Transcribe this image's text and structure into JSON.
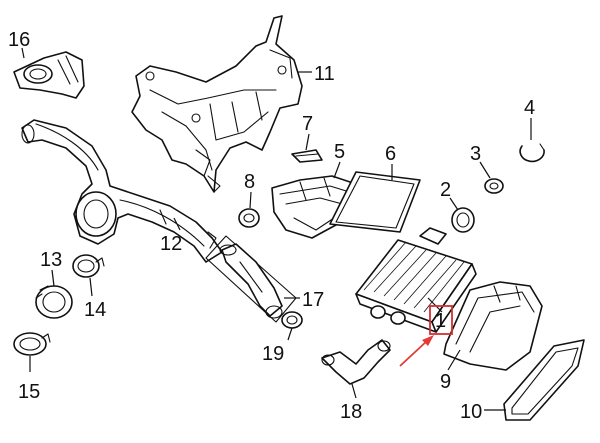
{
  "diagram": {
    "callouts": [
      {
        "id": "1",
        "text": "1"
      },
      {
        "id": "2",
        "text": "2"
      },
      {
        "id": "3",
        "text": "3"
      },
      {
        "id": "4",
        "text": "4"
      },
      {
        "id": "5",
        "text": "5"
      },
      {
        "id": "6",
        "text": "6"
      },
      {
        "id": "7",
        "text": "7"
      },
      {
        "id": "8",
        "text": "8"
      },
      {
        "id": "9",
        "text": "9"
      },
      {
        "id": "10",
        "text": "10"
      },
      {
        "id": "11",
        "text": "11"
      },
      {
        "id": "12",
        "text": "12"
      },
      {
        "id": "13",
        "text": "13"
      },
      {
        "id": "14",
        "text": "14"
      },
      {
        "id": "15",
        "text": "15"
      },
      {
        "id": "16",
        "text": "16"
      },
      {
        "id": "17",
        "text": "17"
      },
      {
        "id": "18",
        "text": "18"
      },
      {
        "id": "19",
        "text": "19"
      }
    ],
    "highlight": {
      "callout": "1",
      "box_color": "#d32f2f",
      "arrow_color": "#e53935"
    },
    "line_color": "#111111",
    "background_color": "#ffffff"
  }
}
